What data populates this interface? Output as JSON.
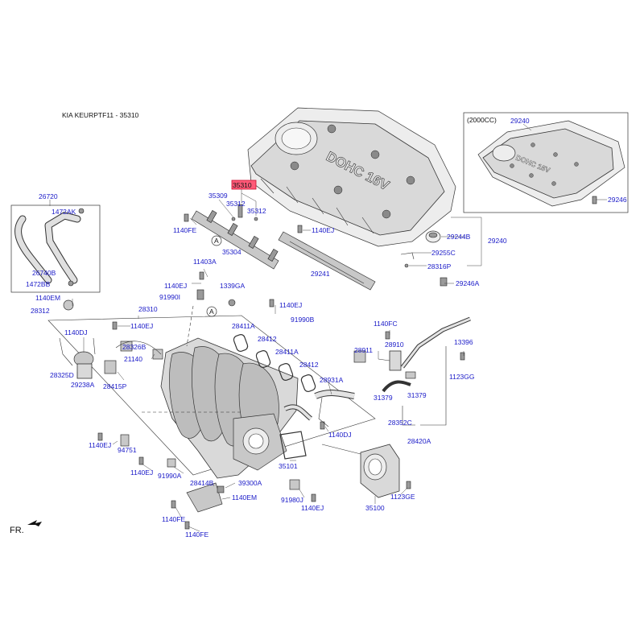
{
  "header": {
    "title": "KIA KEURPTF11 - 35310"
  },
  "inset": {
    "label": "(2000CC)"
  },
  "cover_text": "DOHC 16V",
  "cover_text_small": "DOHC 16V",
  "marker_a": "A",
  "direction": "FR.",
  "highlight_part": "35310",
  "colors": {
    "part_label": "#1a1ac8",
    "highlight_fill": "#ff5a78",
    "highlight_stroke": "#c8102e"
  },
  "labels": {
    "p35310": "35310",
    "p29240_inset": "29240",
    "p26720": "26720",
    "p35309": "35309",
    "p35312a": "35312",
    "p35312b": "35312",
    "p1472AK": "1472AK",
    "p1140FE_a": "1140FE",
    "p1140EJ_a": "1140EJ",
    "p29246": "29246",
    "p29244B": "29244B",
    "p29240": "29240",
    "p35304": "35304",
    "p29255C": "29255C",
    "p11403A": "11403A",
    "p29241": "29241",
    "p28316P": "28316P",
    "p26740B": "26740B",
    "p1472BB": "1472BB",
    "p1140EJ_b": "1140EJ",
    "p1339GA": "1339GA",
    "p29246A": "29246A",
    "p1140EM_a": "1140EM",
    "p91990I": "91990I",
    "p1140EJ_c": "1140EJ",
    "p28312": "28312",
    "p28310": "28310",
    "p91990B": "91990B",
    "p1140EJ_d": "1140EJ",
    "p28411A_a": "28411A",
    "p1140FC": "1140FC",
    "p1140DJ_a": "1140DJ",
    "p28412_a": "28412",
    "p28910": "28910",
    "p13396": "13396",
    "p28326B": "28326B",
    "p28411A_b": "28411A",
    "p28911": "28911",
    "p21140": "21140",
    "p28412_b": "28412",
    "p1123GG": "1123GG",
    "p28325D": "28325D",
    "p28931A": "28931A",
    "p29238A": "29238A",
    "p28415P": "28415P",
    "p31379_a": "31379",
    "p31379_b": "31379",
    "p28352C": "28352C",
    "p1140DJ_b": "1140DJ",
    "p28420A": "28420A",
    "p1140EJ_e": "1140EJ",
    "p94751": "94751",
    "p35101": "35101",
    "p1140EJ_f": "1140EJ",
    "p91990A": "91990A",
    "p28414B": "28414B",
    "p39300A": "39300A",
    "p1140EM_b": "1140EM",
    "p91980J": "91980J",
    "p1140EJ_g": "1140EJ",
    "p1123GE": "1123GE",
    "p35100": "35100",
    "p1140FE_b": "1140FE",
    "p1140FE_c": "1140FE"
  }
}
